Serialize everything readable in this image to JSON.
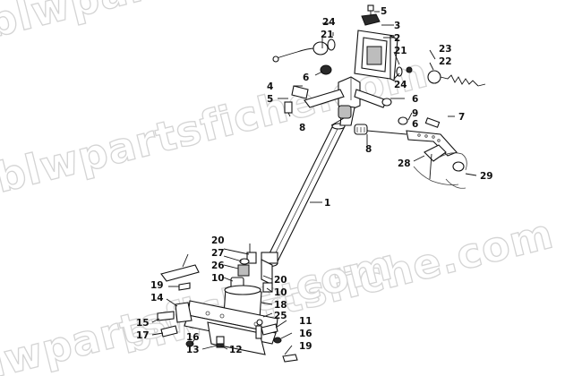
{
  "watermark": {
    "text": "blwpartsfiche.com",
    "repeats": [
      "blwpartsfiche.com",
      "blwpartsfiche.com",
      "blwpartsfiche.com",
      "blwpartsfiche.com"
    ]
  },
  "callouts": [
    {
      "id": "c1",
      "label": "1"
    },
    {
      "id": "c2",
      "label": "2"
    },
    {
      "id": "c3",
      "label": "3"
    },
    {
      "id": "c4",
      "label": "4"
    },
    {
      "id": "c5a",
      "label": "5"
    },
    {
      "id": "c5b",
      "label": "5"
    },
    {
      "id": "c6a",
      "label": "6"
    },
    {
      "id": "c6b",
      "label": "6"
    },
    {
      "id": "c6c",
      "label": "6"
    },
    {
      "id": "c7",
      "label": "7"
    },
    {
      "id": "c8a",
      "label": "8"
    },
    {
      "id": "c8b",
      "label": "8"
    },
    {
      "id": "c9",
      "label": "9"
    },
    {
      "id": "c10a",
      "label": "10"
    },
    {
      "id": "c10b",
      "label": "10"
    },
    {
      "id": "c11",
      "label": "11"
    },
    {
      "id": "c12",
      "label": "12"
    },
    {
      "id": "c13",
      "label": "13"
    },
    {
      "id": "c14",
      "label": "14"
    },
    {
      "id": "c15",
      "label": "15"
    },
    {
      "id": "c16a",
      "label": "16"
    },
    {
      "id": "c16b",
      "label": "16"
    },
    {
      "id": "c17",
      "label": "17"
    },
    {
      "id": "c18",
      "label": "18"
    },
    {
      "id": "c19a",
      "label": "19"
    },
    {
      "id": "c19b",
      "label": "19"
    },
    {
      "id": "c20a",
      "label": "20"
    },
    {
      "id": "c20b",
      "label": "20"
    },
    {
      "id": "c21a",
      "label": "21"
    },
    {
      "id": "c21b",
      "label": "21"
    },
    {
      "id": "c22",
      "label": "22"
    },
    {
      "id": "c23",
      "label": "23"
    },
    {
      "id": "c24a",
      "label": "24"
    },
    {
      "id": "c24b",
      "label": "24"
    },
    {
      "id": "c25",
      "label": "25"
    },
    {
      "id": "c26",
      "label": "26"
    },
    {
      "id": "c27",
      "label": "27"
    },
    {
      "id": "c28",
      "label": "28"
    },
    {
      "id": "c29",
      "label": "29"
    }
  ]
}
